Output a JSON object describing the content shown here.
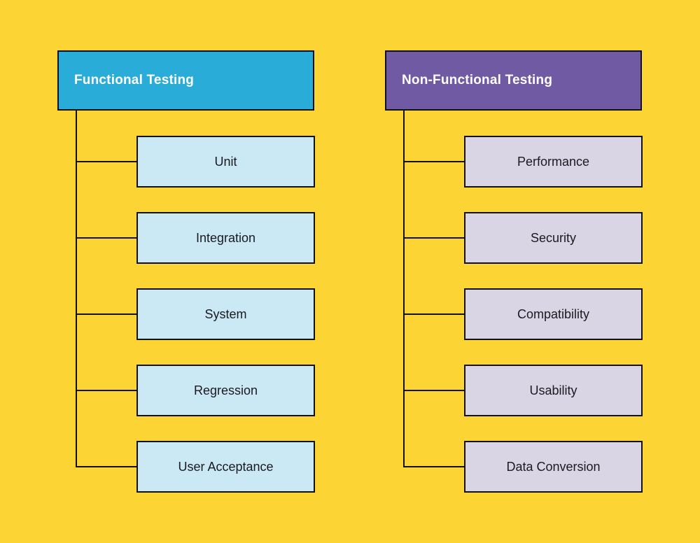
{
  "canvas": {
    "background": "#FCD535",
    "connector_color": "#111111"
  },
  "tree": {
    "functional": {
      "label": "Functional Testing",
      "header_bg": "#2AACD9",
      "header_text_color": "#FFFFFF",
      "child_bg": "#CBE9F5",
      "children": [
        {
          "label": "Unit"
        },
        {
          "label": "Integration"
        },
        {
          "label": "System"
        },
        {
          "label": "Regression"
        },
        {
          "label": "User Acceptance"
        }
      ]
    },
    "non_functional": {
      "label": "Non-Functional Testing",
      "header_bg": "#6F5AA3",
      "header_text_color": "#FFFFFF",
      "child_bg": "#D9D5E5",
      "children": [
        {
          "label": "Performance"
        },
        {
          "label": "Security"
        },
        {
          "label": "Compatibility"
        },
        {
          "label": "Usability"
        },
        {
          "label": "Data Conversion"
        }
      ]
    }
  }
}
